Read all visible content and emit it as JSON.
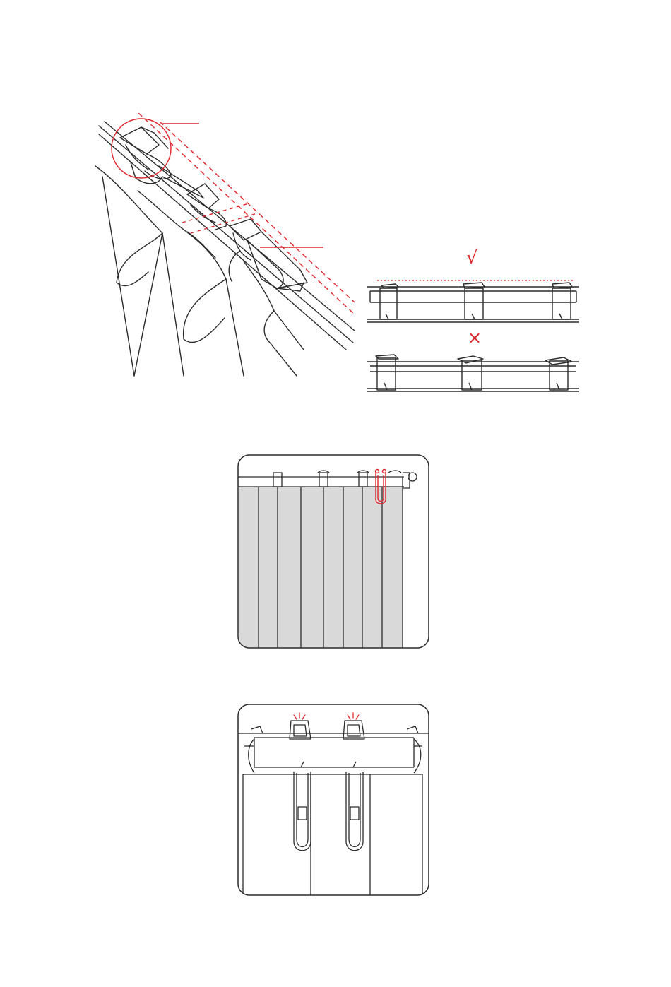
{
  "marks": {
    "correct": "√",
    "incorrect": "×"
  },
  "colors": {
    "line": "#2b2b2b",
    "accent": "#e0252b",
    "curtain_fill": "#d9d9d9",
    "background": "#ffffff"
  },
  "figures": [
    {
      "id": "track-hook-perspective",
      "icon": "curtain-track-hook-icon"
    },
    {
      "id": "correct-installation",
      "icon": "hooks-aligned-icon"
    },
    {
      "id": "incorrect-installation",
      "icon": "hooks-misaligned-icon"
    },
    {
      "id": "curtain-panels-front-view",
      "icon": "curtain-panels-icon"
    },
    {
      "id": "hook-closeup-view",
      "icon": "hook-closeup-icon"
    }
  ]
}
